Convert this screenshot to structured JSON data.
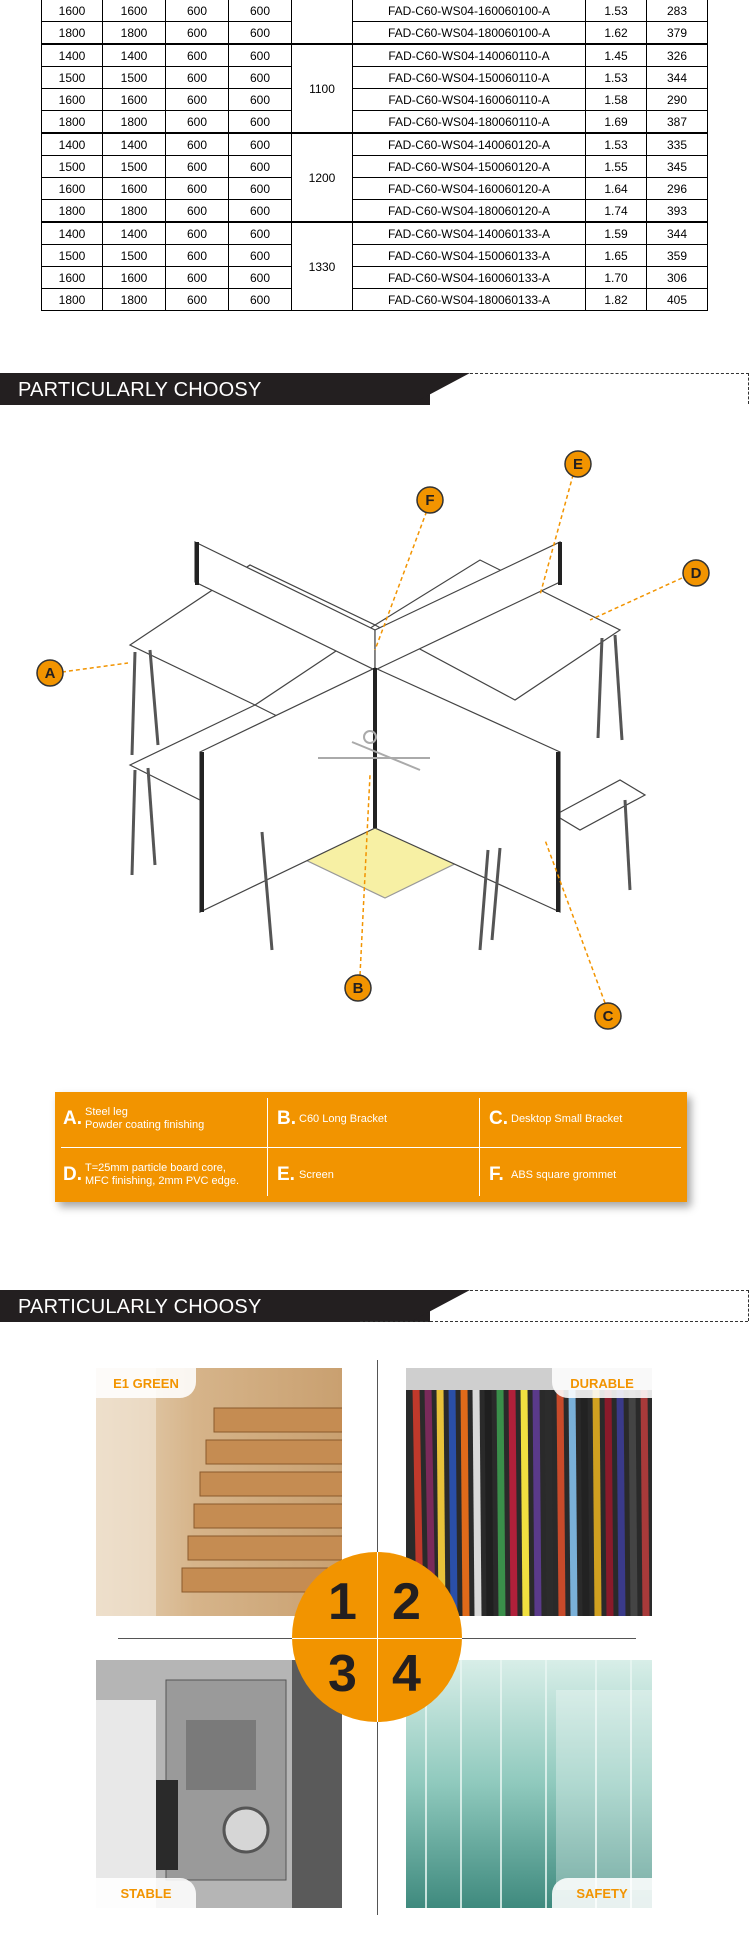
{
  "table": {
    "rows": [
      {
        "c1": "1600",
        "c2": "1600",
        "c3": "600",
        "c4": "600",
        "model": "FAD-C60-WS04-160060100-A",
        "v1": "1.53",
        "v2": "283"
      },
      {
        "c1": "1800",
        "c2": "1800",
        "c3": "600",
        "c4": "600",
        "model": "FAD-C60-WS04-180060100-A",
        "v1": "1.62",
        "v2": "379"
      },
      {
        "c1": "1400",
        "c2": "1400",
        "c3": "600",
        "c4": "600",
        "model": "FAD-C60-WS04-140060110-A",
        "v1": "1.45",
        "v2": "326"
      },
      {
        "c1": "1500",
        "c2": "1500",
        "c3": "600",
        "c4": "600",
        "model": "FAD-C60-WS04-150060110-A",
        "v1": "1.53",
        "v2": "344"
      },
      {
        "c1": "1600",
        "c2": "1600",
        "c3": "600",
        "c4": "600",
        "model": "FAD-C60-WS04-160060110-A",
        "v1": "1.58",
        "v2": "290"
      },
      {
        "c1": "1800",
        "c2": "1800",
        "c3": "600",
        "c4": "600",
        "model": "FAD-C60-WS04-180060110-A",
        "v1": "1.69",
        "v2": "387"
      },
      {
        "c1": "1400",
        "c2": "1400",
        "c3": "600",
        "c4": "600",
        "model": "FAD-C60-WS04-140060120-A",
        "v1": "1.53",
        "v2": "335"
      },
      {
        "c1": "1500",
        "c2": "1500",
        "c3": "600",
        "c4": "600",
        "model": "FAD-C60-WS04-150060120-A",
        "v1": "1.55",
        "v2": "345"
      },
      {
        "c1": "1600",
        "c2": "1600",
        "c3": "600",
        "c4": "600",
        "model": "FAD-C60-WS04-160060120-A",
        "v1": "1.64",
        "v2": "296"
      },
      {
        "c1": "1800",
        "c2": "1800",
        "c3": "600",
        "c4": "600",
        "model": "FAD-C60-WS04-180060120-A",
        "v1": "1.74",
        "v2": "393"
      },
      {
        "c1": "1400",
        "c2": "1400",
        "c3": "600",
        "c4": "600",
        "model": "FAD-C60-WS04-140060133-A",
        "v1": "1.59",
        "v2": "344"
      },
      {
        "c1": "1500",
        "c2": "1500",
        "c3": "600",
        "c4": "600",
        "model": "FAD-C60-WS04-150060133-A",
        "v1": "1.65",
        "v2": "359"
      },
      {
        "c1": "1600",
        "c2": "1600",
        "c3": "600",
        "c4": "600",
        "model": "FAD-C60-WS04-160060133-A",
        "v1": "1.70",
        "v2": "306"
      },
      {
        "c1": "1800",
        "c2": "1800",
        "c3": "600",
        "c4": "600",
        "model": "FAD-C60-WS04-180060133-A",
        "v1": "1.82",
        "v2": "405"
      }
    ],
    "heights": [
      "1100",
      "1200",
      "1330"
    ]
  },
  "section1": {
    "title": "PARTICULARLY CHOOSY"
  },
  "section2": {
    "title": "PARTICULARLY CHOOSY"
  },
  "callouts": [
    "A",
    "B",
    "C",
    "D",
    "E",
    "F"
  ],
  "legend": {
    "a_letter": "A.",
    "a_text1": "Steel leg",
    "a_text2": "Powder coating finishing",
    "b_letter": "B.",
    "b_text": "C60 Long Bracket",
    "c_letter": "C.",
    "c_text": "Desktop Small Bracket",
    "d_letter": "D.",
    "d_text1": "T=25mm particle board core,",
    "d_text2": "MFC finishing, 2mm PVC edge.",
    "e_letter": "E.",
    "e_text": "Screen",
    "f_letter": "F.",
    "f_text": "ABS square grommet"
  },
  "features": {
    "tag1": "E1 GREEN",
    "tag2": "DURABLE",
    "tag3": "STABLE",
    "tag4": "SAFETY",
    "n1": "1",
    "n2": "2",
    "n3": "3",
    "n4": "4"
  },
  "colors": {
    "accent": "#f29400",
    "dark": "#231f20"
  }
}
